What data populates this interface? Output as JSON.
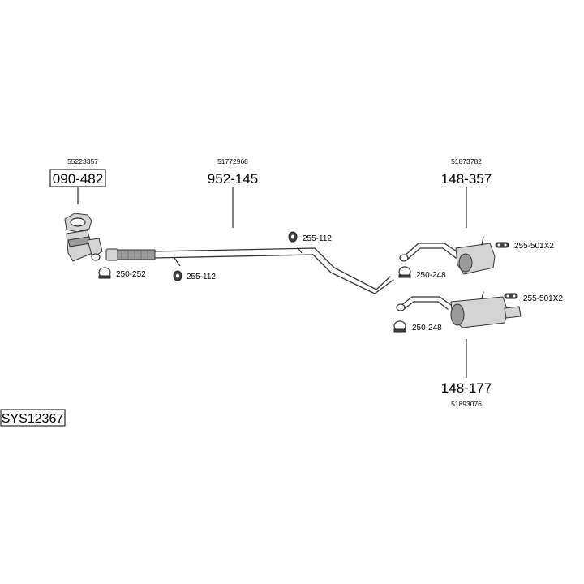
{
  "parts": {
    "catalyst": {
      "oem": "55223357",
      "code": "090-482"
    },
    "middle_pipe": {
      "oem": "51772968",
      "code": "952-145"
    },
    "rear_silencer_a": {
      "oem": "51873782",
      "code": "148-357"
    },
    "rear_silencer_b": {
      "oem": "51893076",
      "code": "148-177"
    }
  },
  "hardware": {
    "clamp_250_252": "250-252",
    "mount_255_112_a": "255-112",
    "mount_255_112_b": "255-112",
    "clamp_250_248_a": "250-248",
    "clamp_250_248_b": "250-248",
    "mount_255_501_a": "255-501X2",
    "mount_255_501_b": "255-501X2"
  },
  "system_code": "SYS12367"
}
